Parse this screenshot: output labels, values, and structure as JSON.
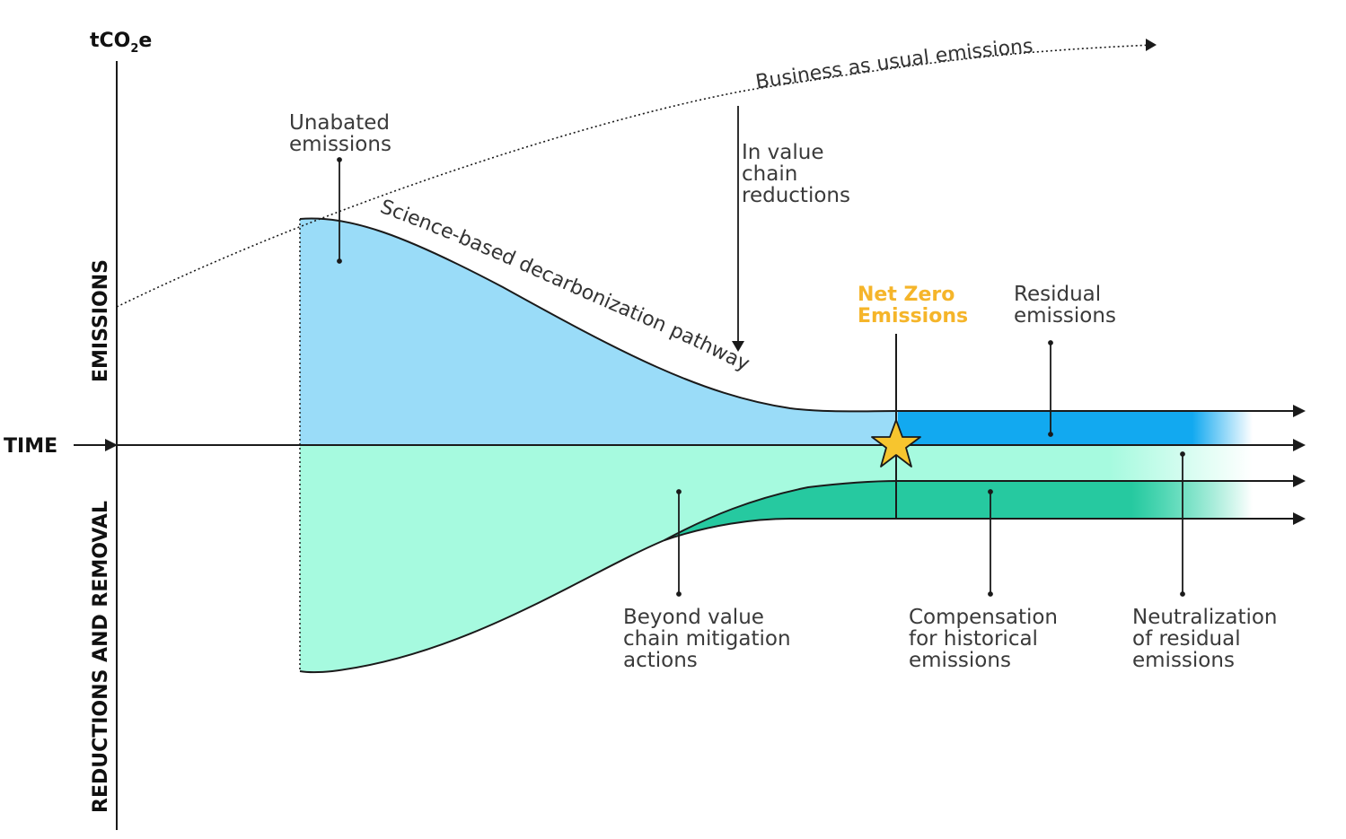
{
  "axes": {
    "y_unit_main": "tCO",
    "y_unit_sub": "2",
    "y_unit_tail": "e",
    "time_label": "TIME",
    "upper_section": "EMISSIONS",
    "lower_section": "REDUCTIONS AND REMOVAL"
  },
  "curves": {
    "business_as_usual": "Business as usual emissions",
    "sbti_pathway": "Science-based decarbonization pathway"
  },
  "annotations": {
    "unabated": [
      "Unabated",
      "emissions"
    ],
    "in_value_chain": [
      "In value",
      "chain",
      "reductions"
    ],
    "net_zero": [
      "Net Zero",
      "Emissions"
    ],
    "residual": [
      "Residual",
      "emissions"
    ],
    "beyond_value_chain": [
      "Beyond value",
      "chain mitigation",
      "actions"
    ],
    "compensation": [
      "Compensation",
      "for historical",
      "emissions"
    ],
    "neutralization": [
      "Neutralization",
      "of residual",
      "emissions"
    ]
  },
  "colors": {
    "emissions_fill": "#9adcf8",
    "residual_fill": "#12a9f0",
    "removal_fill": "#a6fadf",
    "compensation_fill": "#26c9a0",
    "net_zero_star": "#f7c52e",
    "net_zero_text": "#f5b52a",
    "line": "#1a1a1a"
  }
}
